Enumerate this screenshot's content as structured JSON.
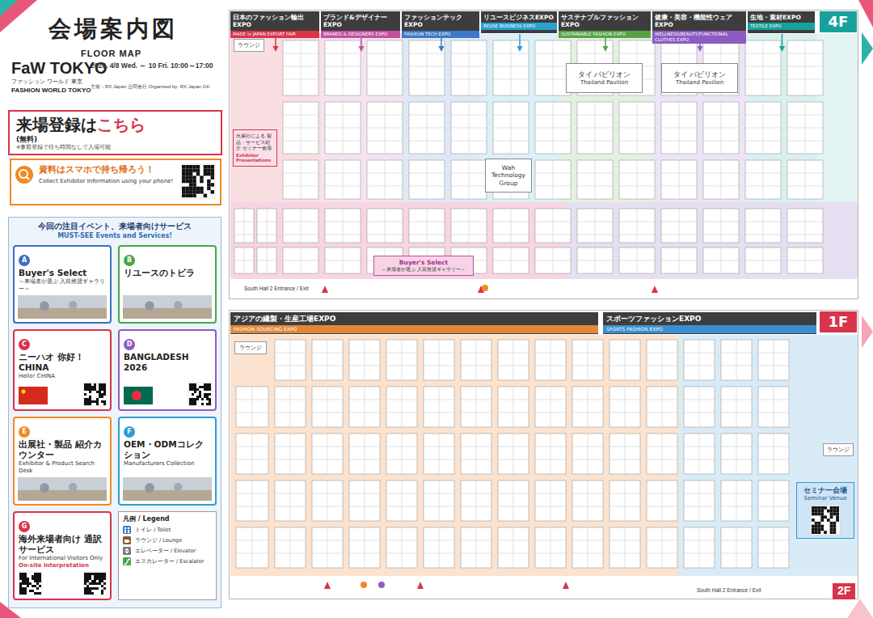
{
  "diagram": {
    "title": "会場案内図",
    "nodes": [
      {
        "text": [
          "来場登録は",
          "こちら",
          "(無料)",
          "※事前登録で待ち時間なしで入場可能"
        ]
      },
      {
        "text": [
          "資料はスマホで持ち帰ろう！",
          "Collect Exhibitor Information using your phone!"
        ]
      },
      {
        "text": [
          "今回の注目イベント、来場者向けサービス",
          "MUST-SEE Events and Services!"
        ]
      },
      {
        "text": [
          "A",
          "Buyer's Select",
          "～来場者が選ぶ 入荷推奨ギャラリー～"
        ],
        "in": 2
      },
      {
        "text": [
          "B",
          "リユースのトビラ"
        ],
        "in": 2
      },
      {
        "text": [
          "C",
          "ニーハオ 你好！CHINA",
          "Hello! CHINA"
        ],
        "in": 2
      },
      {
        "text": [
          "D",
          "BANGLADESH 2026"
        ],
        "in": 2
      },
      {
        "text": [
          "E",
          "出展社・製品 紹介カウンター",
          "Exhibitor & Product Search Desk"
        ],
        "in": 2
      },
      {
        "text": [
          "F",
          "OEM・ODMコレクション",
          "Manufacturers Collection"
        ],
        "in": 2
      },
      {
        "text": [
          "G",
          "海外来場者向け 通訳サービス",
          "For International Visitors Only",
          "On-site Interpretation"
        ],
        "in": 2
      },
      {
        "text": [
          "凡例 / Legend"
        ],
        "in": 2
      },
      {
        "text": [
          "4F"
        ]
      },
      {
        "text": [
          "日本のファッション輸出EXPO",
          "MADE in JAPAN EXPORT FAIR"
        ],
        "in": 11
      },
      {
        "text": [
          "ブランド&デザイナーEXPO",
          "BRANDS & DESIGNERS EXPO"
        ],
        "in": 11
      },
      {
        "text": [
          "ファッションテックEXPO",
          "FASHION TECH EXPO"
        ],
        "in": 11
      },
      {
        "text": [
          "リユースビジネスEXPO",
          "REUSE BUSINESS EXPO"
        ],
        "in": 11
      },
      {
        "text": [
          "サステナブルファッションEXPO",
          "SUSTAINABLE FASHION EXPO"
        ],
        "in": 11
      },
      {
        "text": [
          "健康・美容・機能性ウェアEXPO",
          "WELLNESS/BEAUTY/FUNCTIONAL CLOTHES EXPO"
        ],
        "in": 11
      },
      {
        "text": [
          "生地・素材EXPO",
          "TEXTILE EXPO"
        ],
        "in": 11
      },
      {
        "text": [
          "ラウンジ"
        ],
        "in": 11
      },
      {
        "text": [
          "出展社による 製品・サービス紹介 セミナー会場",
          "Exhibitor Presentations"
        ],
        "in": 11
      },
      {
        "text": [
          "タイ パビリオン",
          "Thailand Pavilion"
        ],
        "in": 11
      },
      {
        "text": [
          "タイ パビリオン",
          "Thailand Pavilion"
        ],
        "in": 11
      },
      {
        "text": [
          "Wah Technology Group"
        ],
        "in": 11
      },
      {
        "text": [
          "Buyer's Select",
          "～来場者が選ぶ 入荷推奨ギャラリー～"
        ],
        "in": 11
      },
      {
        "text": [
          "1F"
        ]
      },
      {
        "text": [
          "アジアの繊製・生産工場EXPO",
          "FASHION SOURCING EXPO"
        ],
        "in": 25
      },
      {
        "text": [
          "スポーツファッションEXPO",
          "SPORTS FASHION EXPO"
        ],
        "in": 25
      },
      {
        "text": [
          "ラウンジ"
        ],
        "in": 25
      },
      {
        "text": [
          "ラウンジ"
        ],
        "in": 25
      },
      {
        "text": [
          "セミナー会場",
          "Seminar Venue"
        ],
        "in": 25
      }
    ],
    "labels": [
      "FLOOR MAP",
      "FaW TOKYO",
      "ファッション ワールド 東京",
      "FASHION WORLD TOKYO",
      "2026. 4/8 Wed. ～ 10 Fri.  10:00～17:00",
      "主催：RX Japan 合同会社  Organised by: RX Japan GK",
      "2F",
      "South Hall 2 Entrance / Exit",
      "South Hall 2 Entrance / Exit"
    ],
    "legend": [
      {
        "text": "トイレ / Toilet"
      },
      {
        "text": "ラウンジ / Lounge"
      },
      {
        "text": "エレベーター / Elevator"
      },
      {
        "text": "エスカレーター / Escalator"
      }
    ]
  }
}
